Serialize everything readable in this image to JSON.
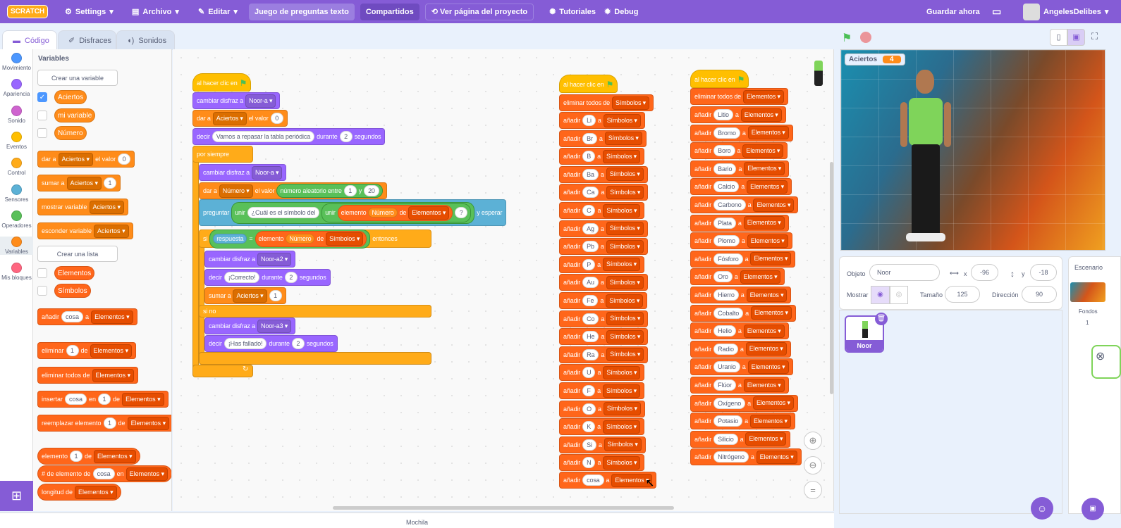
{
  "menubar": {
    "logo": "SCRATCH",
    "settings": "Settings",
    "file": "Archivo",
    "edit": "Editar",
    "project_title": "Juego de preguntas texto",
    "shared": "Compartidos",
    "project_page": "Ver página del proyecto",
    "tutorials": "Tutoriales",
    "debug": "Debug",
    "save_now": "Guardar ahora",
    "username": "AngelesDelibes"
  },
  "tabs": [
    "Código",
    "Disfraces",
    "Sonidos"
  ],
  "categories": [
    {
      "label": "Movimiento",
      "color": "#4c97ff"
    },
    {
      "label": "Apariencia",
      "color": "#9966ff"
    },
    {
      "label": "Sonido",
      "color": "#cf63cf"
    },
    {
      "label": "Eventos",
      "color": "#ffbf00"
    },
    {
      "label": "Control",
      "color": "#ffab19"
    },
    {
      "label": "Sensores",
      "color": "#5cb1d6"
    },
    {
      "label": "Operadores",
      "color": "#59c059"
    },
    {
      "label": "Variables",
      "color": "#ff8c1a"
    },
    {
      "label": "Mis bloques",
      "color": "#ff6680"
    }
  ],
  "colors": {
    "events": "#ffbf00",
    "looks": "#9966ff",
    "variables": "#ff8c1a",
    "lists": "#ff661a",
    "control": "#ffab19",
    "sensing": "#5cb1d6",
    "operators": "#59c059"
  },
  "palette": {
    "heading": "Variables",
    "make_variable": "Crear una variable",
    "make_list": "Crear una lista",
    "variables": [
      {
        "name": "Aciertos",
        "checked": true
      },
      {
        "name": "mi variable",
        "checked": false
      },
      {
        "name": "Número",
        "checked": false
      }
    ],
    "lists": [
      {
        "name": "Elementos",
        "checked": false
      },
      {
        "name": "Símbolos",
        "checked": false
      }
    ],
    "blocks": [
      {
        "cat": "variables",
        "parts": [
          {
            "text": "dar a"
          },
          {
            "dropdown": "Aciertos"
          },
          {
            "text": "el valor"
          },
          {
            "input": "0"
          }
        ]
      },
      {
        "cat": "variables",
        "parts": [
          {
            "text": "sumar a"
          },
          {
            "dropdown": "Aciertos"
          },
          {
            "input": "1"
          }
        ]
      },
      {
        "cat": "variables",
        "parts": [
          {
            "text": "mostrar variable"
          },
          {
            "dropdown": "Aciertos"
          }
        ]
      },
      {
        "cat": "variables",
        "parts": [
          {
            "text": "esconder variable"
          },
          {
            "dropdown": "Aciertos"
          }
        ]
      },
      {
        "cat": "lists",
        "parts": [
          {
            "text": "añadir"
          },
          {
            "input": "cosa"
          },
          {
            "text": "a"
          },
          {
            "dropdown": "Elementos"
          }
        ]
      },
      {
        "cat": "lists",
        "parts": [
          {
            "text": "eliminar"
          },
          {
            "input": "1"
          },
          {
            "text": "de"
          },
          {
            "dropdown": "Elementos"
          }
        ]
      },
      {
        "cat": "lists",
        "parts": [
          {
            "text": "eliminar todos de"
          },
          {
            "dropdown": "Elementos"
          }
        ]
      },
      {
        "cat": "lists",
        "parts": [
          {
            "text": "insertar"
          },
          {
            "input": "cosa"
          },
          {
            "text": "en"
          },
          {
            "input": "1"
          },
          {
            "text": "de"
          },
          {
            "dropdown": "Elementos"
          }
        ]
      },
      {
        "cat": "lists",
        "parts": [
          {
            "text": "reemplazar elemento"
          },
          {
            "input": "1"
          },
          {
            "text": "de"
          },
          {
            "dropdown": "Elementos"
          }
        ]
      },
      {
        "cat": "lists",
        "parts": [
          {
            "text": "elemento"
          },
          {
            "input": "1"
          },
          {
            "text": "de"
          },
          {
            "dropdown": "Elementos"
          }
        ]
      },
      {
        "cat": "lists",
        "parts": [
          {
            "text": "# de elemento de"
          },
          {
            "input": "cosa"
          },
          {
            "text": "en"
          },
          {
            "dropdown": "Elementos"
          }
        ]
      },
      {
        "cat": "lists",
        "parts": [
          {
            "text": "longitud de"
          },
          {
            "dropdown": "Elementos"
          }
        ]
      }
    ]
  },
  "main_script": [
    {
      "cat": "events",
      "hat": true,
      "parts": [
        {
          "text": "al hacer clic en"
        },
        {
          "flag": "⚑"
        }
      ]
    },
    {
      "cat": "looks",
      "parts": [
        {
          "text": "cambiar disfraz a"
        },
        {
          "dropdown": "Noor-a"
        }
      ]
    },
    {
      "cat": "variables",
      "parts": [
        {
          "text": "dar a"
        },
        {
          "dropdown": "Aciertos"
        },
        {
          "text": "el valor"
        },
        {
          "input": "0"
        }
      ]
    },
    {
      "cat": "looks",
      "parts": [
        {
          "text": "decir"
        },
        {
          "input": "Vamos a repasar la tabla periódica"
        },
        {
          "text": "durante"
        },
        {
          "input": "2"
        },
        {
          "text": "segundos"
        }
      ]
    },
    {
      "cat": "control",
      "parts": [
        {
          "text": "por siempre"
        }
      ]
    },
    {
      "cat": "looks",
      "parts": [
        {
          "text": "cambiar disfraz a"
        },
        {
          "dropdown": "Noor-a"
        }
      ]
    },
    {
      "cat": "variables",
      "parts": [
        {
          "text": "dar a"
        },
        {
          "dropdown": "Número"
        },
        {
          "text": "el valor"
        },
        {
          "rcat": "operators",
          "reporter": [
            {
              "text": "número aleatorio entre"
            },
            {
              "input": "1"
            },
            {
              "text": "y"
            },
            {
              "input": "20"
            }
          ]
        }
      ]
    },
    {
      "cat": "sensing",
      "parts": [
        {
          "text": "preguntar"
        },
        {
          "rcat": "operators",
          "reporter": [
            {
              "text": "unir"
            },
            {
              "input": "¿Cuál es el símbolo del"
            },
            {
              "rcat": "operators",
              "reporter": [
                {
                  "text": "unir"
                },
                {
                  "rcat": "lists",
                  "reporter": [
                    {
                      "text": "elemento"
                    },
                    {
                      "rcat": "variables",
                      "reporter": [
                        {
                          "text": "Número"
                        }
                      ]
                    },
                    {
                      "text": "de"
                    },
                    {
                      "dropdown": "Elementos"
                    }
                  ]
                },
                {
                  "input": "?"
                }
              ]
            }
          ]
        },
        {
          "text": "y esperar"
        }
      ]
    },
    {
      "cat": "control",
      "parts": [
        {
          "text": "si"
        },
        {
          "rcat": "operators",
          "reporter": [
            {
              "rcat": "sensing",
              "reporter": [
                {
                  "text": "respuesta"
                }
              ]
            },
            {
              "text": "="
            },
            {
              "rcat": "lists",
              "reporter": [
                {
                  "text": "elemento"
                },
                {
                  "rcat": "variables",
                  "reporter": [
                    {
                      "text": "Número"
                    }
                  ]
                },
                {
                  "text": "de"
                },
                {
                  "dropdown": "Símbolos"
                }
              ]
            }
          ]
        },
        {
          "text": "entonces"
        }
      ]
    },
    {
      "cat": "looks",
      "parts": [
        {
          "text": "cambiar disfraz a"
        },
        {
          "dropdown": "Noor-a2"
        }
      ]
    },
    {
      "cat": "looks",
      "parts": [
        {
          "text": "decir"
        },
        {
          "input": "¡Correcto!"
        },
        {
          "text": "durante"
        },
        {
          "input": "2"
        },
        {
          "text": "segundos"
        }
      ]
    },
    {
      "cat": "variables",
      "parts": [
        {
          "text": "sumar a"
        },
        {
          "dropdown": "Aciertos"
        },
        {
          "input": "1"
        }
      ]
    },
    {
      "cat": "control",
      "parts": [
        {
          "text": "si no"
        }
      ]
    },
    {
      "cat": "looks",
      "parts": [
        {
          "text": "cambiar disfraz a"
        },
        {
          "dropdown": "Noor-a3"
        }
      ]
    },
    {
      "cat": "looks",
      "parts": [
        {
          "text": "decir"
        },
        {
          "input": "¡Has fallado!"
        },
        {
          "text": "durante"
        },
        {
          "input": "2"
        },
        {
          "text": "segundos"
        }
      ]
    }
  ],
  "stack_symbols": {
    "hat": "al hacer clic en",
    "clear_label": "eliminar todos de",
    "add_label": "añadir",
    "a_label": "a",
    "list": "Símbolos",
    "items": [
      "Li",
      "Br",
      "B",
      "Ba",
      "Ca",
      "C",
      "Ag",
      "Pb",
      "P",
      "Au",
      "Fe",
      "Co",
      "He",
      "Ra",
      "U",
      "F",
      "O",
      "K",
      "Si",
      "N"
    ],
    "last": {
      "add_label": "añadir",
      "item": "cosa",
      "a_label": "a",
      "list": "Elementos"
    }
  },
  "stack_elements": {
    "hat": "al hacer clic en",
    "clear_label": "eliminar todos de",
    "add_label": "añadir",
    "a_label": "a",
    "list": "Elementos",
    "items": [
      "Litio",
      "Bromo",
      "Boro",
      "Bario",
      "Calcio",
      "Carbono",
      "Plata",
      "Plomo",
      "Fósforo",
      "Oro",
      "Hierro",
      "Cobalto",
      "Helio",
      "Radio",
      "Uranio",
      "Flúor",
      "Oxígeno",
      "Potasio",
      "Silicio",
      "Nitrógeno"
    ]
  },
  "stage": {
    "monitor_label": "Aciertos",
    "monitor_value": "4"
  },
  "sprite_info": {
    "sprite_label": "Objeto",
    "sprite_name": "Noor",
    "x_label": "x",
    "x": "-96",
    "y_label": "y",
    "y": "-18",
    "show_label": "Mostrar",
    "size_label": "Tamaño",
    "size": "125",
    "direction_label": "Dirección",
    "direction": "90"
  },
  "sprites": [
    {
      "name": "Noor"
    }
  ],
  "stage_panel": {
    "title": "Escenario",
    "backdrops_label": "Fondos",
    "backdrops_count": "1"
  },
  "bottom": {
    "backpack": "Mochila"
  }
}
